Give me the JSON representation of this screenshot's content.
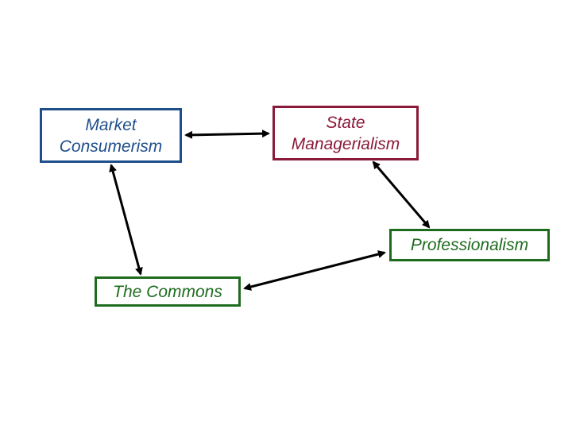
{
  "colors": {
    "market": "#1f4e8c",
    "state": "#8b1a3a",
    "green": "#1e6b1e",
    "arrow": "#000000"
  },
  "nodes": {
    "market": {
      "label": "Market\nConsumerism"
    },
    "state": {
      "label": "State\nManagerialism"
    },
    "professionalism": {
      "label": "Professionalism"
    },
    "commons": {
      "label": "The Commons"
    }
  },
  "edges": [
    {
      "from": "market",
      "to": "state",
      "direction": "both"
    },
    {
      "from": "state",
      "to": "professionalism",
      "direction": "both"
    },
    {
      "from": "professionalism",
      "to": "commons",
      "direction": "both"
    },
    {
      "from": "commons",
      "to": "market",
      "direction": "both"
    }
  ]
}
